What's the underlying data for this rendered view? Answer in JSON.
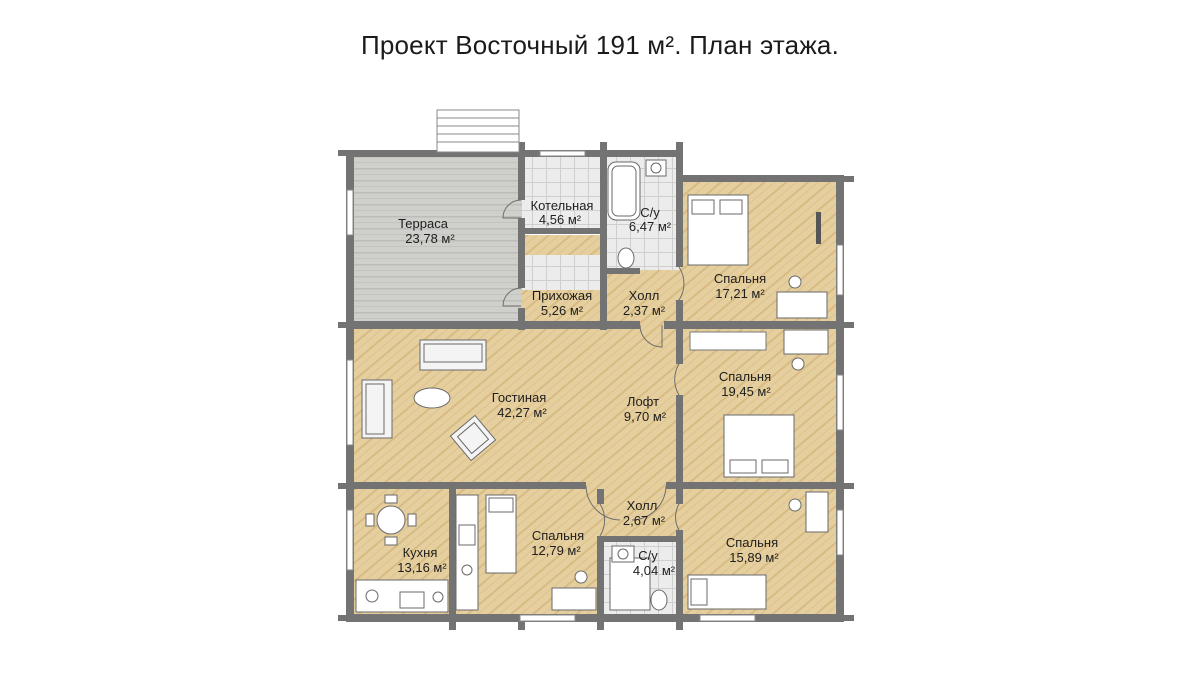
{
  "title": "Проект Восточный 191 м². План этажа.",
  "rooms": [
    {
      "key": "terrace",
      "name": "Терраса",
      "area": "23,78 м²"
    },
    {
      "key": "boiler",
      "name": "Котельная",
      "area": "4,56 м²"
    },
    {
      "key": "bath1",
      "name": "С/у",
      "area": "6,47 м²"
    },
    {
      "key": "bedroom1",
      "name": "Спальня",
      "area": "17,21 м²"
    },
    {
      "key": "entry",
      "name": "Прихожая",
      "area": "5,26 м²"
    },
    {
      "key": "hall1",
      "name": "Холл",
      "area": "2,37 м²"
    },
    {
      "key": "living",
      "name": "Гостиная",
      "area": "42,27 м²"
    },
    {
      "key": "loft",
      "name": "Лофт",
      "area": "9,70 м²"
    },
    {
      "key": "bedroom2",
      "name": "Спальня",
      "area": "19,45 м²"
    },
    {
      "key": "hall2",
      "name": "Холл",
      "area": "2,67 м²"
    },
    {
      "key": "kitchen",
      "name": "Кухня",
      "area": "13,16 м²"
    },
    {
      "key": "bedroom3",
      "name": "Спальня",
      "area": "12,79 м²"
    },
    {
      "key": "bath2",
      "name": "С/у",
      "area": "4,04 м²"
    },
    {
      "key": "bedroom4",
      "name": "Спальня",
      "area": "15,89 м²"
    }
  ],
  "colors": {
    "wood": "#e6cf9e",
    "wood_stripe": "#d4b67c",
    "terrace": "#cfcfcc",
    "terrace_stripe": "#b9b8b4",
    "tile": "#e8e8e8",
    "wall": "#737373"
  },
  "icons": [
    "sofa-icon",
    "armchair-icon",
    "bed-icon",
    "desk-icon",
    "chair-icon",
    "dining-table-icon",
    "bathtub-icon",
    "toilet-icon",
    "sink-icon",
    "stove-icon",
    "door-swing-icon",
    "window-icon",
    "stairs-icon"
  ]
}
